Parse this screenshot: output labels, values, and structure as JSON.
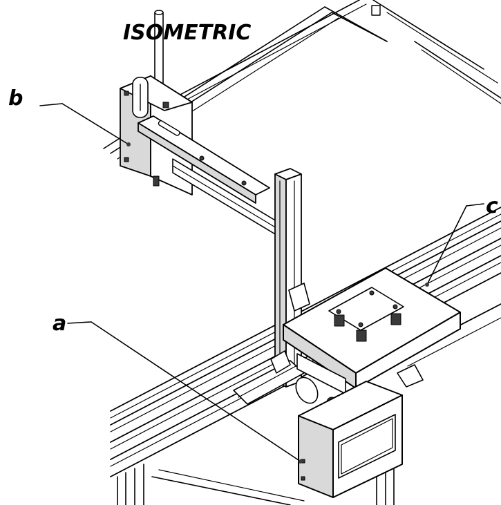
{
  "view_title": "ISOMETRIC",
  "callouts": [
    {
      "id": "a",
      "label": "a"
    },
    {
      "id": "b",
      "label": "b"
    },
    {
      "id": "c",
      "label": "c"
    }
  ],
  "colors": {
    "line": "#000000",
    "background": "#ffffff",
    "shade": "#d9d9d9"
  }
}
